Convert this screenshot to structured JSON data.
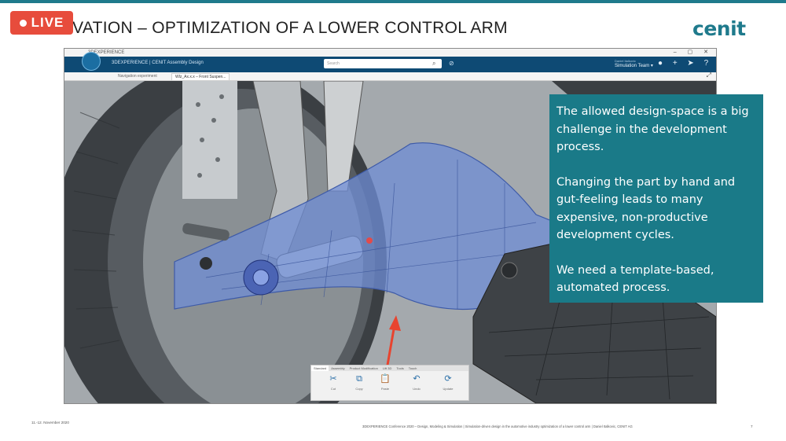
{
  "stream": {
    "live_label": "LIVE",
    "accent": "#e74c3c"
  },
  "slide": {
    "title": "IVATION –  OPTIMIZATION OF A LOWER CONTROL ARM",
    "logo": "cenit",
    "accent": "#1f7a8c",
    "info_box": {
      "paragraph_1": "The allowed design-space is a big challenge in the development process.",
      "paragraph_2": "Changing the part by hand and gut-feeling leads to many expensive, non-productive development cycles.",
      "paragraph_3": "We need a template-based, automated process.",
      "background": "#1a7a88"
    },
    "footer": {
      "date": "11.-12. November 2020",
      "text": "3DEXPERIENCE Conference 2020 – Design, Modeling & Simulation  |  Simulation-driven design in the automotive industry optimization of a lower control arm  |  Daniel Italkovic, CENIT AG",
      "page": "7"
    }
  },
  "app": {
    "window_title": "3DEXPERIENCE",
    "window_buttons": "–  ▢  ✕",
    "brand": "3DEXPERIENCE | CENIT  Assembly Design",
    "search": {
      "placeholder": "Search",
      "icon": "search-icon"
    },
    "user": {
      "name": "Daniel Italkovic",
      "team": "Simulation Team ▾"
    },
    "header_icons": [
      "avatar-icon",
      "plus-icon",
      "share-icon",
      "help-icon"
    ],
    "header_icon_glyphs": "● + ➤ ?",
    "header_color": "#0e4a74",
    "tabs": [
      {
        "label": "Navigation experiment",
        "active": false
      },
      {
        "label": "Wlz_Ax.x.x – Front Suspen...",
        "active": true
      }
    ],
    "toolbar": {
      "tabs": [
        "Standard",
        "Assembly",
        "Product Modification",
        "Lift 3D",
        "Tools",
        "Touch"
      ],
      "tools": [
        {
          "label": "Cut",
          "icon": "cut-icon",
          "glyph": "✂"
        },
        {
          "label": "Copy",
          "icon": "copy-icon",
          "glyph": "⧉"
        },
        {
          "label": "Paste",
          "icon": "paste-icon",
          "glyph": "📋"
        },
        {
          "label": "Undo",
          "icon": "undo-icon",
          "glyph": "↶"
        },
        {
          "label": "Update",
          "icon": "update-icon",
          "glyph": "⟳"
        }
      ]
    }
  }
}
